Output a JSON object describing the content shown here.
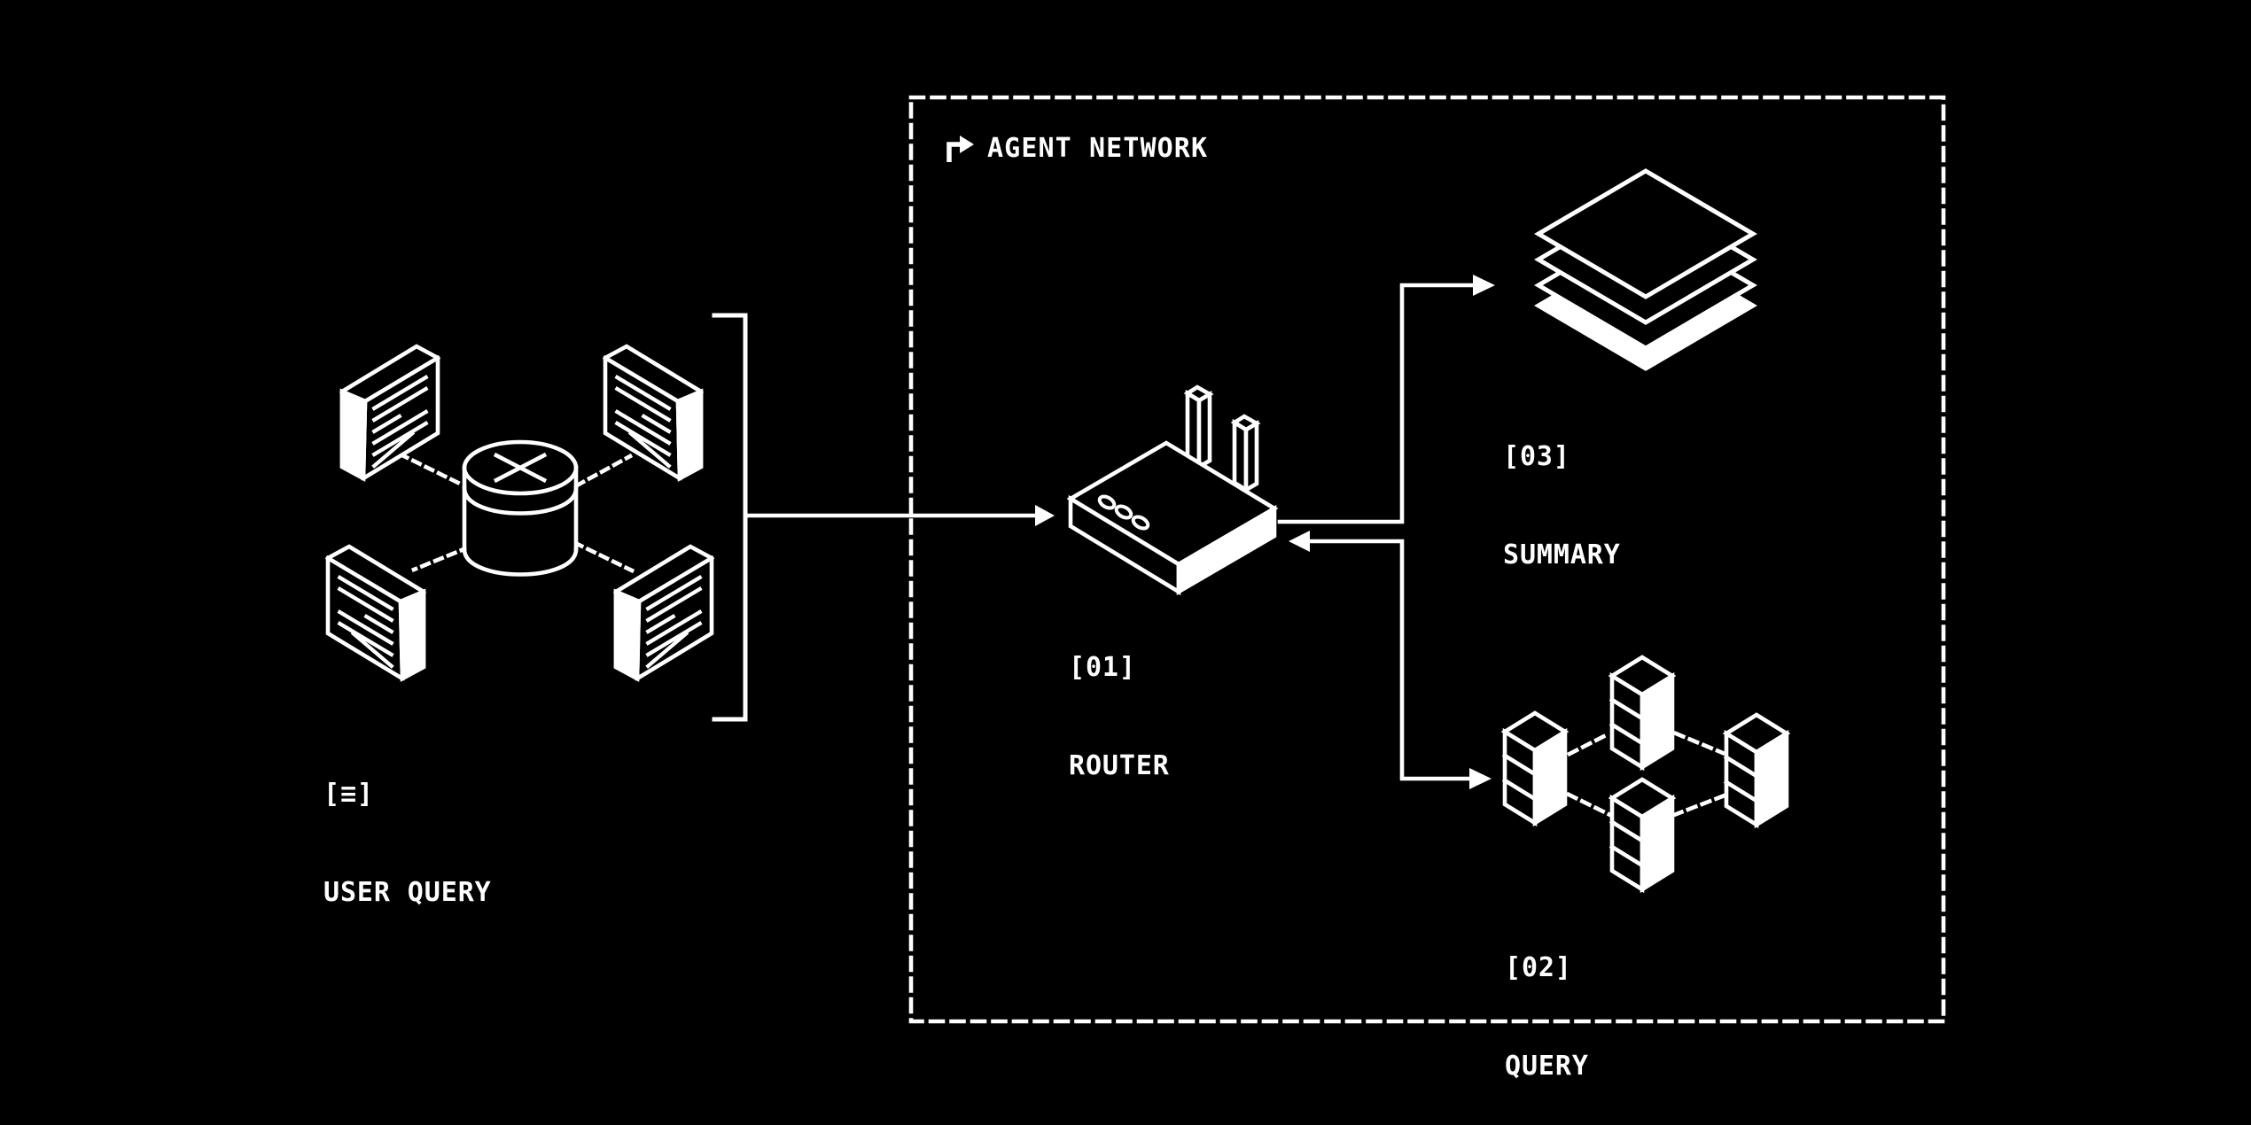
{
  "diagram": {
    "background": "#000000",
    "stroke_color": "#ffffff",
    "frame": {
      "title": "AGENT NETWORK",
      "icon": "elbow-arrow-icon"
    },
    "nodes": {
      "user_query": {
        "tag": "[≡]",
        "label": "USER QUERY",
        "icon": "documents-database-cluster"
      },
      "router": {
        "tag": "[01]",
        "label": "ROUTER",
        "icon": "wifi-router"
      },
      "query": {
        "tag": "[02]",
        "label": "QUERY",
        "icon": "server-cluster"
      },
      "summary": {
        "tag": "[03]",
        "label": "SUMMARY",
        "icon": "stacked-layers"
      }
    },
    "edges": [
      {
        "from": "user_query",
        "to": "router",
        "type": "arrow"
      },
      {
        "from": "router",
        "to": "summary",
        "type": "arrow"
      },
      {
        "from": "router",
        "to": "query",
        "type": "double-arrow"
      }
    ]
  }
}
